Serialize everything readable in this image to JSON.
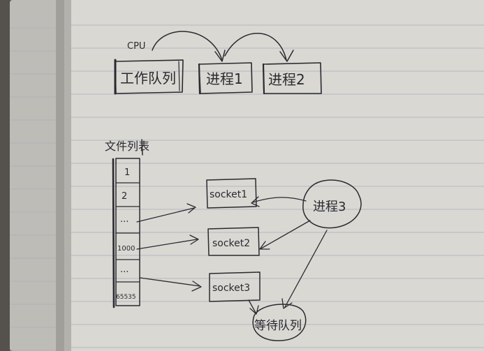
{
  "colors": {
    "background": "#55524e",
    "paper": "#d9d8d3",
    "paper_shadow": "#bdbcb6",
    "rule_line": "#a9afbd",
    "ink": "#2a2a30"
  },
  "top": {
    "cpu_label": "CPU",
    "work_queue_label": "工作队列",
    "process1_label": "进程1",
    "process2_label": "进程2"
  },
  "fd_table": {
    "title": "文件列表",
    "entries": [
      "1",
      "2",
      "...",
      "1000",
      "...",
      "65535"
    ]
  },
  "sockets": [
    "socket1",
    "socket2",
    "socket3"
  ],
  "process3_label": "进程3",
  "wait_queue_label": "等待队列"
}
